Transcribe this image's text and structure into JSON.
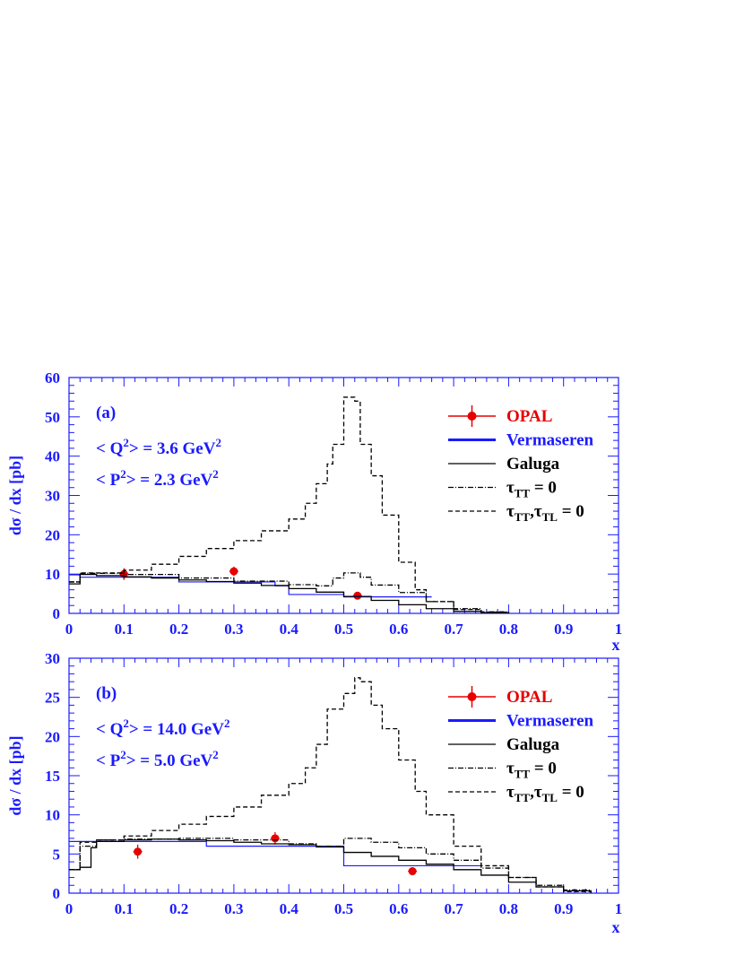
{
  "chart_data": [
    {
      "type": "line",
      "panel_label": "(a)",
      "annotations": [
        {
          "pre": "< Q",
          "sup": "2",
          "mid": "> = 3.6 GeV",
          "sup2": "2"
        },
        {
          "pre": "< P",
          "sup": "2",
          "mid": "> = 2.3 GeV",
          "sup2": "2"
        }
      ],
      "ylabel": "dσ / dx [pb]",
      "xlabel": "x",
      "xlim": [
        0,
        1
      ],
      "ylim": [
        0,
        60
      ],
      "xticks": [
        "0",
        "0.1",
        "0.2",
        "0.3",
        "0.4",
        "0.5",
        "0.6",
        "0.7",
        "0.8",
        "0.9",
        "1"
      ],
      "yticks": [
        "0",
        "10",
        "20",
        "30",
        "40",
        "50",
        "60"
      ],
      "legend_position": "top-right",
      "series": [
        {
          "name": "OPAL",
          "kind": "points",
          "color": "#e60000",
          "points": [
            {
              "x": 0.1,
              "y": 10.0,
              "err": 1.5
            },
            {
              "x": 0.3,
              "y": 10.7,
              "err": 1.2
            },
            {
              "x": 0.525,
              "y": 4.5,
              "err": 0.9
            }
          ]
        },
        {
          "name": "Vermaseren",
          "kind": "hist",
          "color": "#1a1aff",
          "edges": [
            0,
            0.02,
            0.2,
            0.375,
            0.4,
            0.5,
            0.66
          ],
          "values": [
            9.8,
            9.2,
            8.0,
            7.0,
            4.8,
            4.2
          ]
        },
        {
          "name": "Galuga",
          "kind": "curve",
          "color": "#000000",
          "x": [
            0,
            0.02,
            0.05,
            0.1,
            0.15,
            0.2,
            0.25,
            0.3,
            0.35,
            0.4,
            0.45,
            0.5,
            0.55,
            0.6,
            0.65,
            0.7,
            0.75,
            0.8
          ],
          "y": [
            7.5,
            9.9,
            9.6,
            9.3,
            9.0,
            8.5,
            8.1,
            7.7,
            7.1,
            6.3,
            5.4,
            4.3,
            3.3,
            2.2,
            1.2,
            0.5,
            0.2,
            0
          ]
        },
        {
          "name": "τTT = 0",
          "kind": "curve",
          "color": "#000000",
          "dash": "6,2,1,2",
          "x": [
            0,
            0.02,
            0.1,
            0.2,
            0.3,
            0.4,
            0.45,
            0.48,
            0.5,
            0.53,
            0.55,
            0.6,
            0.65,
            0.7,
            0.75,
            0.8
          ],
          "y": [
            8,
            10.2,
            9.9,
            9.0,
            8.2,
            7.3,
            7.0,
            9.0,
            10.3,
            9.2,
            7.2,
            5.3,
            3.0,
            1.2,
            0.4,
            0
          ]
        },
        {
          "name": "τTT,τTL = 0",
          "kind": "curve",
          "color": "#000000",
          "dash": "5,3",
          "x": [
            0,
            0.02,
            0.05,
            0.1,
            0.15,
            0.2,
            0.25,
            0.3,
            0.35,
            0.4,
            0.43,
            0.45,
            0.47,
            0.48,
            0.5,
            0.52,
            0.53,
            0.55,
            0.57,
            0.6,
            0.63,
            0.65,
            0.7,
            0.75,
            0.8
          ],
          "y": [
            8,
            10.3,
            10.3,
            11.0,
            12.5,
            14.5,
            16.5,
            18.5,
            21.0,
            24.0,
            28.0,
            33.0,
            38.0,
            43.0,
            55.0,
            54.0,
            43.0,
            35.0,
            25.0,
            13.0,
            6.0,
            3.0,
            1.0,
            0.3,
            0
          ]
        }
      ]
    },
    {
      "type": "line",
      "panel_label": "(b)",
      "annotations": [
        {
          "pre": "< Q",
          "sup": "2",
          "mid": "> = 14.0 GeV",
          "sup2": "2"
        },
        {
          "pre": "< P",
          "sup": "2",
          "mid": "> =  5.0 GeV",
          "sup2": "2"
        }
      ],
      "ylabel": "dσ / dx [pb]",
      "xlabel": "x",
      "xlim": [
        0,
        1
      ],
      "ylim": [
        0,
        30
      ],
      "xticks": [
        "0",
        "0.1",
        "0.2",
        "0.3",
        "0.4",
        "0.5",
        "0.6",
        "0.7",
        "0.8",
        "0.9",
        "1"
      ],
      "yticks": [
        "0",
        "5",
        "10",
        "15",
        "20",
        "25",
        "30"
      ],
      "legend_position": "top-right",
      "series": [
        {
          "name": "OPAL",
          "kind": "points",
          "color": "#e60000",
          "points": [
            {
              "x": 0.125,
              "y": 5.3,
              "err": 0.9
            },
            {
              "x": 0.375,
              "y": 7.0,
              "err": 0.8
            },
            {
              "x": 0.625,
              "y": 2.8,
              "err": 0.5
            }
          ]
        },
        {
          "name": "Vermaseren",
          "kind": "hist",
          "color": "#1a1aff",
          "edges": [
            0,
            0.25,
            0.5,
            0.75
          ],
          "values": [
            6.6,
            6.0,
            3.5
          ]
        },
        {
          "name": "Galuga",
          "kind": "curve",
          "color": "#000000",
          "x": [
            0,
            0.02,
            0.04,
            0.05,
            0.1,
            0.15,
            0.2,
            0.25,
            0.3,
            0.35,
            0.4,
            0.45,
            0.5,
            0.55,
            0.6,
            0.65,
            0.7,
            0.75,
            0.8,
            0.85,
            0.9,
            0.95
          ],
          "y": [
            3.0,
            3.3,
            5.8,
            6.6,
            6.8,
            6.9,
            6.8,
            6.7,
            6.5,
            6.3,
            6.2,
            5.9,
            5.2,
            4.7,
            4.2,
            3.7,
            3.0,
            2.3,
            1.4,
            0.8,
            0.3,
            0
          ]
        },
        {
          "name": "τTT = 0",
          "kind": "curve",
          "color": "#000000",
          "dash": "6,2,1,2",
          "x": [
            0,
            0.02,
            0.05,
            0.1,
            0.2,
            0.3,
            0.4,
            0.45,
            0.5,
            0.55,
            0.6,
            0.65,
            0.7,
            0.75,
            0.8,
            0.85,
            0.9,
            0.95
          ],
          "y": [
            3.0,
            6.0,
            6.8,
            6.9,
            7.0,
            6.8,
            6.3,
            6.0,
            7.0,
            6.5,
            5.8,
            5.0,
            4.2,
            3.2,
            2.0,
            1.0,
            0.4,
            0
          ]
        },
        {
          "name": "τTT,τTL = 0",
          "kind": "curve",
          "color": "#000000",
          "dash": "5,3",
          "x": [
            0,
            0.02,
            0.05,
            0.1,
            0.15,
            0.2,
            0.25,
            0.3,
            0.35,
            0.4,
            0.43,
            0.45,
            0.47,
            0.5,
            0.52,
            0.53,
            0.55,
            0.57,
            0.6,
            0.63,
            0.65,
            0.7,
            0.75,
            0.8,
            0.85,
            0.9,
            0.95
          ],
          "y": [
            3.0,
            6.5,
            6.8,
            7.3,
            8.0,
            8.8,
            9.8,
            11.0,
            12.5,
            14.0,
            16.0,
            19.0,
            23.5,
            25.5,
            27.5,
            27.0,
            24.0,
            21.0,
            17.0,
            13.0,
            10.0,
            6.0,
            3.5,
            2.0,
            0.8,
            0.2,
            0
          ]
        }
      ]
    }
  ],
  "legend": [
    {
      "label": "OPAL",
      "color": "#e60000",
      "style": "marker"
    },
    {
      "label": "Vermaseren",
      "color": "#1a1aff",
      "style": "thick"
    },
    {
      "label": "Galuga",
      "color": "#000000",
      "style": "solid"
    },
    {
      "label": "τ",
      "sub": "TT",
      "tail": " = 0",
      "color": "#000000",
      "style": "dashdot"
    },
    {
      "label": "τ",
      "sub": "TT",
      "label2": ",τ",
      "sub2": "TL",
      "tail": " = 0",
      "color": "#000000",
      "style": "dashed"
    }
  ]
}
